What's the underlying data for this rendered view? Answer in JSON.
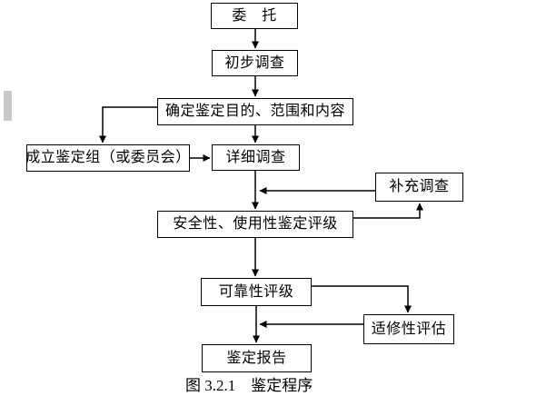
{
  "flowchart": {
    "caption": "图 3.2.1　鉴定程序",
    "nodes": {
      "commission": "委　托",
      "preliminary": "初步调查",
      "determine": "确定鉴定目的、范围和内容",
      "group": "成立鉴定组（或委员会）",
      "detailed": "详细调查",
      "supplement": "补充调查",
      "safety": "安全性、使用性鉴定评级",
      "reliability": "可靠性评级",
      "repair": "适修性评估",
      "report": "鉴定报告"
    },
    "colors": {
      "line": "#000000",
      "box_border": "#000000",
      "background": "#ffffff",
      "margin_marker": "#c9c9c9"
    }
  }
}
